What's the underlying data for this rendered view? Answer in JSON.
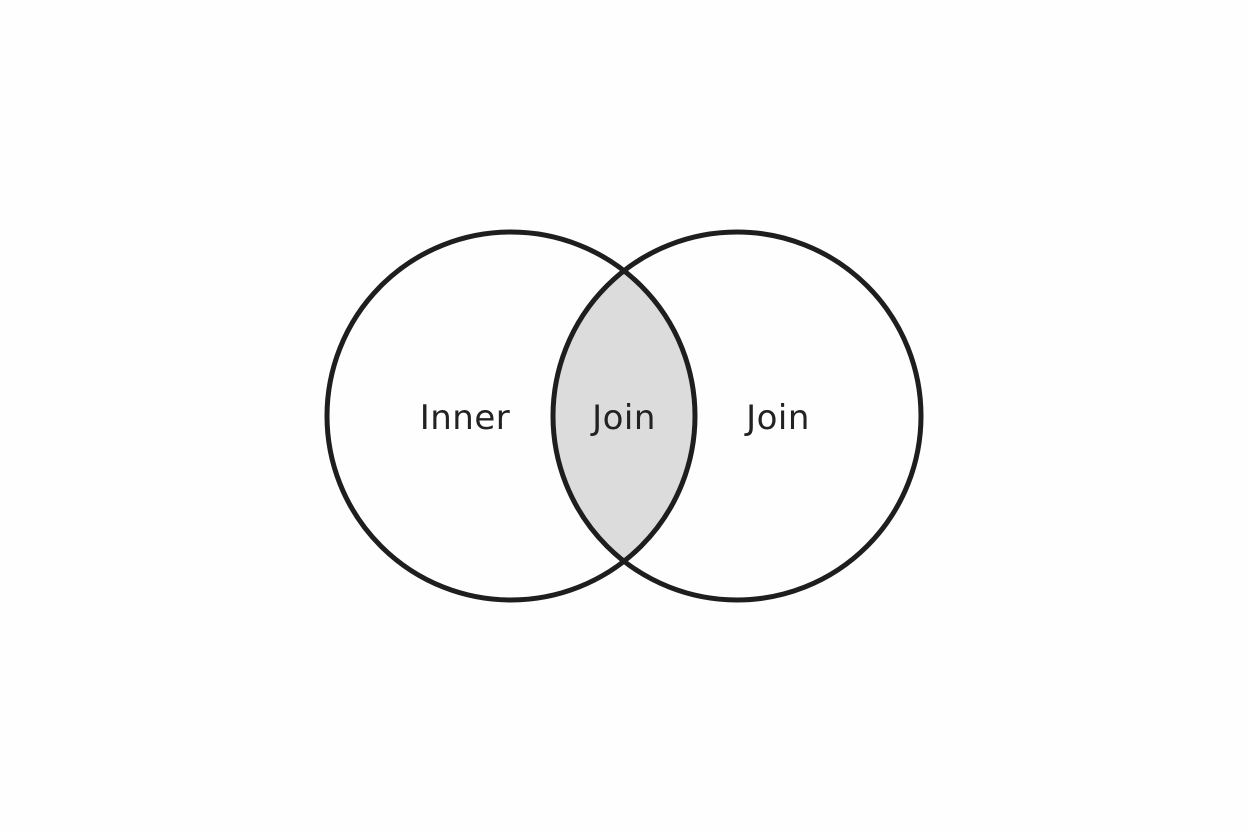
{
  "diagram": {
    "type": "venn",
    "labels": {
      "left": "Inner",
      "center": "Join",
      "right": "Join"
    },
    "colors": {
      "stroke": "#1e1e1e",
      "intersection_fill": "#dcdcdc",
      "background": "#fefefe",
      "text": "#222222"
    }
  }
}
